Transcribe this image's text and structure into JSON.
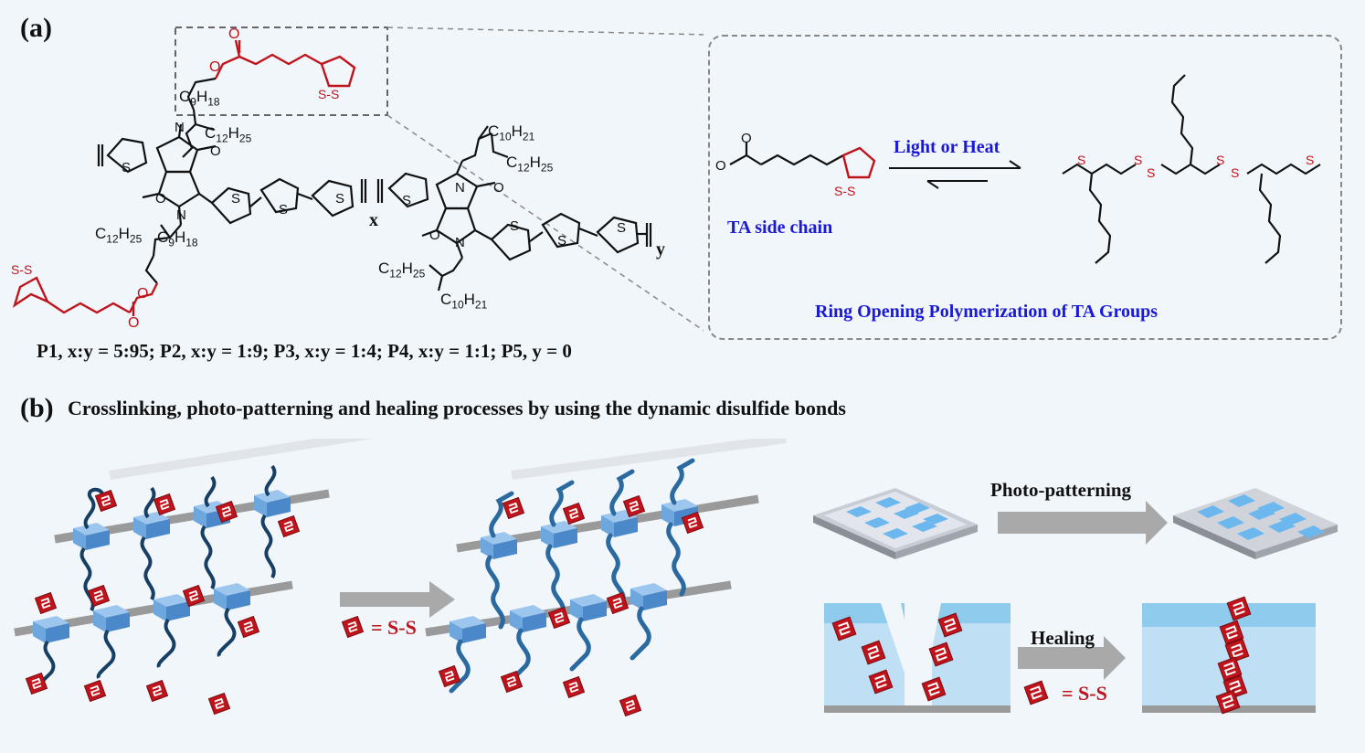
{
  "panel_a": {
    "label": "(a)",
    "chem_labels": {
      "c9h18_top": "C9H18",
      "c12h25_top": "C12H25",
      "c10h21_top": "C10H21",
      "c12h25_right": "C12H25",
      "c12h25_left": "C12H25",
      "c9h18_bottom": "C9H18",
      "c12h25_bottom": "C12H25",
      "c10h21_bottom": "C10H21",
      "sub_x": "x",
      "sub_y": "y",
      "ss": "S-S"
    },
    "ratios": "P1, x:y = 5:95; P2, x:y = 1:9; P3, x:y = 1:4; P4, x:y = 1:1; P5, y = 0",
    "inset": {
      "arrow_label": "Light or Heat",
      "side_chain_label": "TA side chain",
      "caption": "Ring Opening Polymerization  of TA Groups"
    }
  },
  "panel_b": {
    "label": "(b)",
    "title": "Crosslinking,  photo-patterning and healing processes  by using the dynamic disulfide bonds",
    "legend_eq": "= S-S",
    "photo_patterning_label": "Photo-patterning",
    "healing_label": "Healing",
    "healing_legend_eq": "= S-S"
  },
  "colors": {
    "background": "#f1f6fb",
    "accent_red": "#c0141c",
    "accent_blue": "#1a1ad6",
    "chain_blue": "#173f63",
    "block_blue": "#6ea6de",
    "rod_gray": "#9a9a9a"
  }
}
